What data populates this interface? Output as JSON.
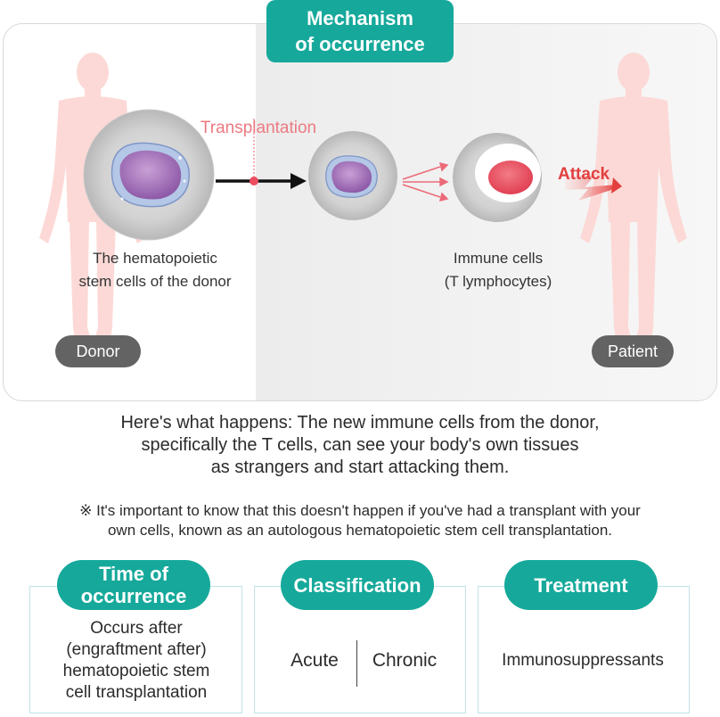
{
  "title": "Mechanism\nof occurrence",
  "arrow_label": "Transplantation",
  "attack_label": "Attack",
  "donor_cell_label": "The hematopoietic\nstem cells of the donor",
  "immune_cell_label": "Immune cells\n(T lymphocytes)",
  "donor_pill": "Donor",
  "patient_pill": "Patient",
  "explanation": "Here's what happens: The new immune cells from the donor,\nspecifically the T cells, can see your body's own tissues\nas strangers and start attacking them.",
  "note": "※ It's important to know that this doesn't happen if you've had a transplant with your\nown cells, known as an autologous hematopoietic stem cell transplantation.",
  "boxes": {
    "time": {
      "title": "Time of\noccurrence",
      "text": "Occurs after\n(engraftment after)\nhematopoietic stem\ncell transplantation"
    },
    "classification": {
      "title": "Classification",
      "acute": "Acute",
      "chronic": "Chronic"
    },
    "treatment": {
      "title": "Treatment",
      "text": "Immunosuppressants"
    }
  },
  "colors": {
    "teal": "#16a99b",
    "body": "#fcd9d6",
    "pill": "#636363",
    "attack": "#e2403f",
    "transplant": "#ec7a82"
  }
}
